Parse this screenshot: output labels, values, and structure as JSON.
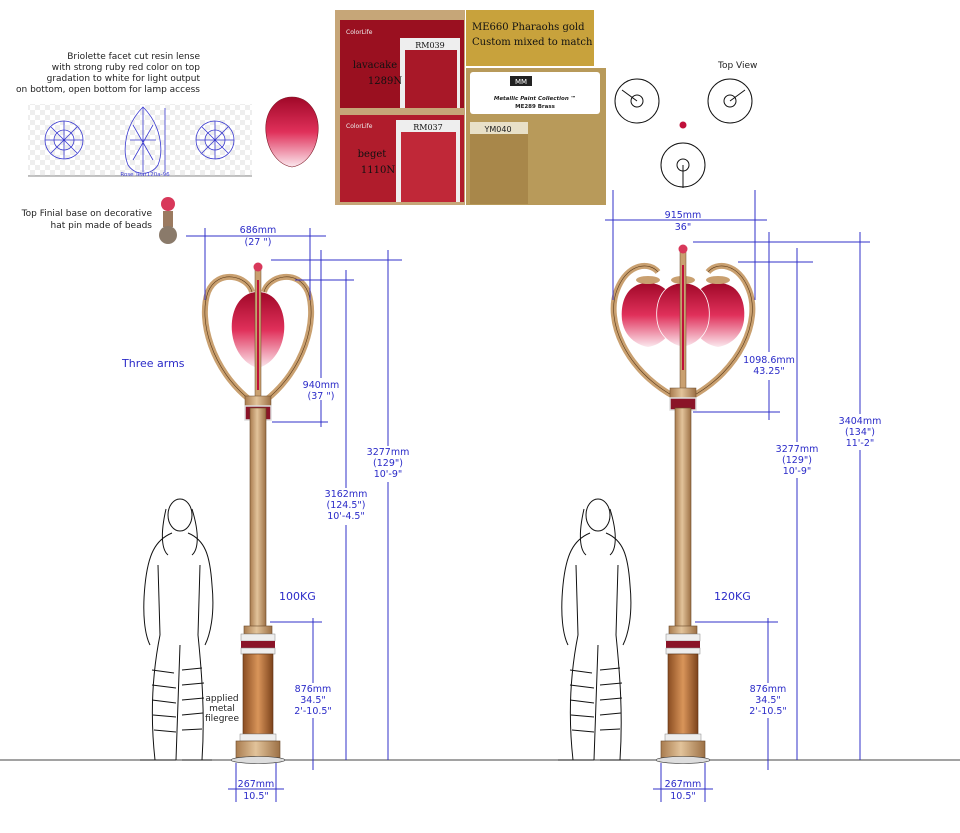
{
  "notes": {
    "lens": [
      "Briolette facet cut resin lense",
      "with strong ruby red color on top",
      "gradation to white for light output",
      "on bottom, open bottom for lamp access"
    ],
    "lens_diagram_label": "Rose Tear120a-96",
    "finial": [
      "Top Finial base on decorative",
      "hat pin made of beads"
    ],
    "three_arms": "Three arms",
    "filigree": [
      "applied",
      "metal",
      "filegree"
    ],
    "top_view": "Top View"
  },
  "swatches": {
    "red1": {
      "brand": "ColorLife",
      "code": "RM039",
      "name": "lavacake",
      "number": "1289N"
    },
    "red2": {
      "brand": "ColorLife",
      "code": "RM037",
      "name": "beget",
      "number": "1110N"
    },
    "gold": [
      "ME660 Pharaohs gold",
      "Custom mixed to match"
    ],
    "brass": {
      "logo": "MM",
      "title": "Metallic Paint Collection ™",
      "name": "ME289 Brass",
      "code": "YM040"
    }
  },
  "left_lamp": {
    "width": [
      "686mm",
      "(27 \")"
    ],
    "head": [
      "940mm",
      "(37 \")"
    ],
    "height_a": [
      "3162mm",
      "(124.5\")",
      "10'-4.5\""
    ],
    "height_b": [
      "3277mm",
      "(129\")",
      "10'-9\""
    ],
    "weight": "100KG",
    "base": [
      "876mm",
      "34.5\"",
      "2'-10.5\""
    ],
    "foot": [
      "267mm",
      "10.5\""
    ]
  },
  "right_lamp": {
    "width": [
      "915mm",
      "36\""
    ],
    "head": [
      "1098.6mm",
      "43.25\""
    ],
    "height_a": [
      "3277mm",
      "(129\")",
      "10'-9\""
    ],
    "height_b": [
      "3404mm",
      "(134\")",
      "11'-2\""
    ],
    "weight": "120KG",
    "base": [
      "876mm",
      "34.5\"",
      "2'-10.5\""
    ],
    "foot": [
      "267mm",
      "10.5\""
    ]
  },
  "colors": {
    "dimension": "#3030c8",
    "bronze": "#c9a070",
    "ruby": "#c0103a"
  }
}
